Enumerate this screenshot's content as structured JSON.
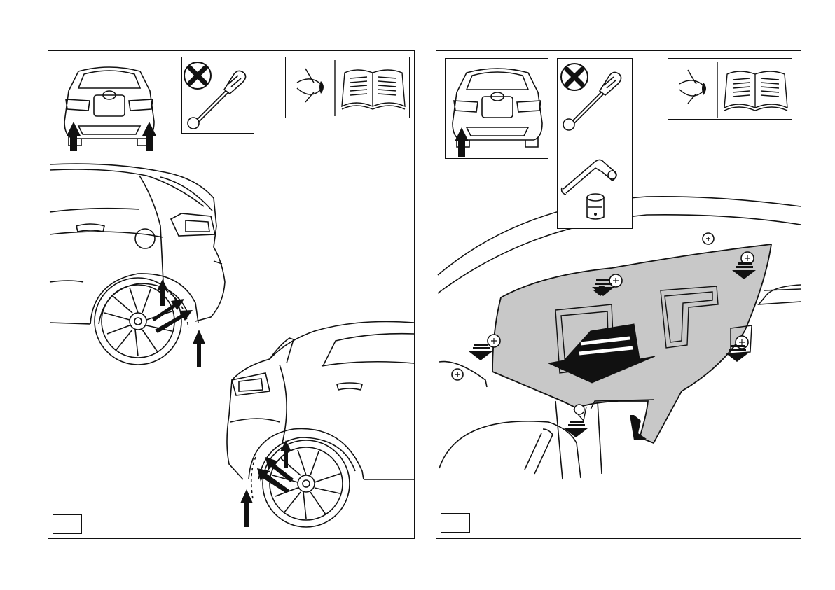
{
  "document": {
    "type": "installation-instruction-sheet",
    "panels": [
      {
        "id": "left",
        "icons": [
          "rear-car-view-icon",
          "no-screwdriver-icon",
          "eye-icon",
          "manual-book-icon"
        ],
        "illustration": "rear-wheel-arch-liner-removal",
        "step_number": ""
      },
      {
        "id": "right",
        "icons": [
          "rear-car-view-icon",
          "no-screwdriver-icon",
          "socket-wrench-icon",
          "socket-icon",
          "eye-icon",
          "manual-book-icon"
        ],
        "illustration": "underbody-shield-removal",
        "step_number": ""
      }
    ],
    "colors": {
      "line": "#111111",
      "shield_fill": "#c8c8c8",
      "background": "#ffffff"
    }
  }
}
